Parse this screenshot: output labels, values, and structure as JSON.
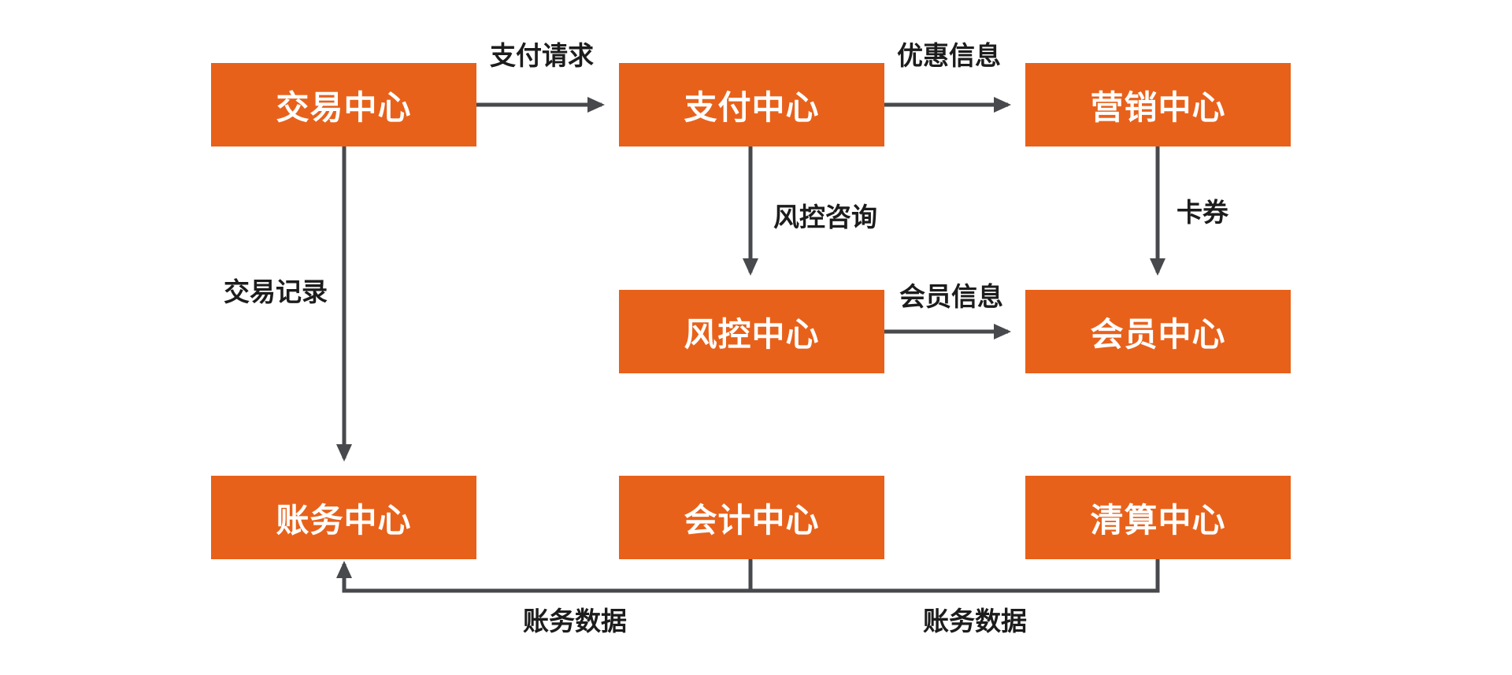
{
  "colors": {
    "box": "#E8611A",
    "line": "#47494C",
    "label": "#1C1C1C",
    "background": "#FFFFFF"
  },
  "nodes": [
    {
      "id": "trade-center",
      "label": "交易中心"
    },
    {
      "id": "payment-center",
      "label": "支付中心"
    },
    {
      "id": "marketing-center",
      "label": "营销中心"
    },
    {
      "id": "risk-center",
      "label": "风控中心"
    },
    {
      "id": "member-center",
      "label": "会员中心"
    },
    {
      "id": "account-center",
      "label": "账务中心"
    },
    {
      "id": "accounting-center",
      "label": "会计中心"
    },
    {
      "id": "clearing-center",
      "label": "清算中心"
    }
  ],
  "edges": [
    {
      "from": "交易中心",
      "to": "支付中心",
      "label": "支付请求"
    },
    {
      "from": "支付中心",
      "to": "营销中心",
      "label": "优惠信息"
    },
    {
      "from": "支付中心",
      "to": "风控中心",
      "label": "风控咨询"
    },
    {
      "from": "营销中心",
      "to": "会员中心",
      "label": "卡券"
    },
    {
      "from": "风控中心",
      "to": "会员中心",
      "label": "会员信息"
    },
    {
      "from": "交易中心",
      "to": "账务中心",
      "label": "交易记录"
    },
    {
      "from": "会计中心",
      "to": "账务中心",
      "label": "账务数据"
    },
    {
      "from": "清算中心",
      "to": "账务中心",
      "label": "账务数据"
    }
  ]
}
